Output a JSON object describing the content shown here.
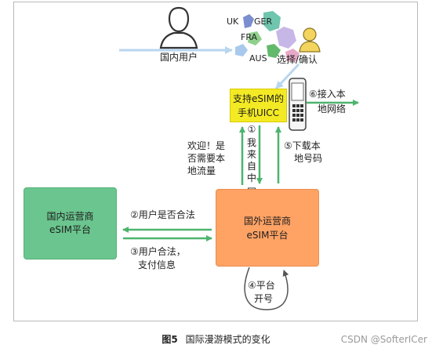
{
  "diagram": {
    "domestic_user": "国内用户",
    "countries": [
      "UK",
      "GER",
      "FRA",
      "AUS"
    ],
    "select_confirm": "选择/确认",
    "uicc_line1": "支持eSIM的",
    "uicc_line2": "手机UICC",
    "step6_line1": "⑥接入本",
    "step6_line2": "地网络",
    "welcome_lines": [
      "欢迎！是",
      "否需要本",
      "地流量"
    ],
    "step1_chars": [
      "①",
      "我",
      "来",
      "自",
      "中",
      "国"
    ],
    "step5_line1": "⑤下载本",
    "step5_line2": "地号码",
    "domestic_box_line1": "国内运营商",
    "domestic_box_line2": "eSIM平台",
    "foreign_box_line1": "国外运营商",
    "foreign_box_line2": "eSIM平台",
    "step2": "②用户是否合法",
    "step3_line1": "③用户合法，",
    "step3_line2": "支付信息",
    "step4_line1": "④平台",
    "step4_line2": "开号"
  },
  "caption": {
    "figure": "图5",
    "title": "国际漫游模式的变化"
  },
  "watermark": "CSDN @SofterICer",
  "colors": {
    "arrow_green": "#4cb46e",
    "uicc_yellow": "#f4ea24",
    "domestic_green": "#6bc58e",
    "foreign_orange": "#ffa365",
    "light_arrow": "#b8d6ef"
  }
}
